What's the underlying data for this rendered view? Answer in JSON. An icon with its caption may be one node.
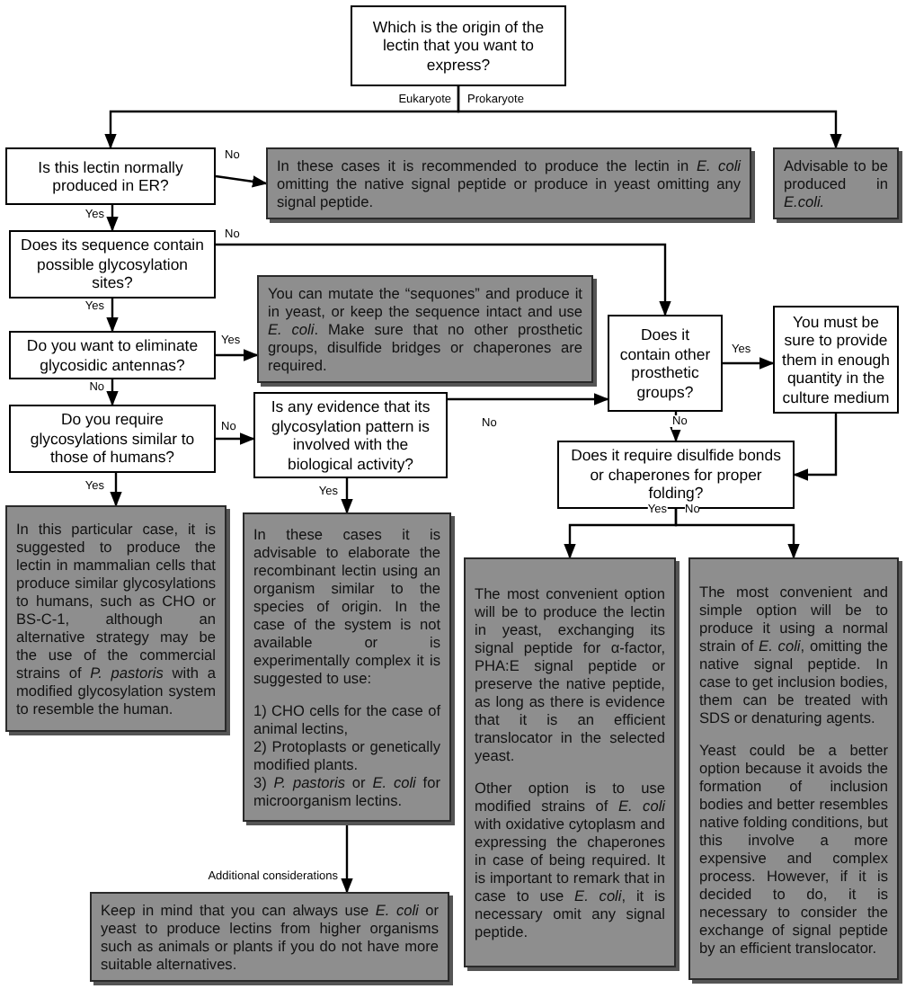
{
  "diagram": {
    "nodes": [
      {
        "text": [
          "Which is the origin of the lectin that you want to express?"
        ]
      },
      {
        "text": [
          "Is this lectin normally produced in ER?"
        ]
      },
      {
        "text": [
          "In these cases it is recommended to produce the lectin in *E. coli* omitting the native signal peptide or produce in yeast omitting any signal peptide."
        ]
      },
      {
        "text": [
          "Advisable to be produced in *E.coli.*"
        ]
      },
      {
        "text": [
          "Does its sequence contain possible glycosylation sites?"
        ]
      },
      {
        "text": [
          "You can mutate the “sequones” and produce it in yeast, or keep the sequence intact and use *E. coli*. Make sure that no other prosthetic groups, disulfide bridges or chaperones are required."
        ]
      },
      {
        "text": [
          "Do you want to eliminate glycosidic antennas?"
        ]
      },
      {
        "text": [
          "Do you require glycosylations similar to those of humans?"
        ]
      },
      {
        "text": [
          "Is any evidence that its glycosylation pattern is involved with the biological activity?"
        ]
      },
      {
        "text": [
          "Does it contain other prosthetic groups?"
        ]
      },
      {
        "text": [
          "You must be sure to provide them in enough quantity in the culture medium"
        ]
      },
      {
        "text": [
          "Does it require disulfide bonds or chaperones for proper folding?"
        ]
      },
      {
        "text": [
          "In this particular case, it is suggested to produce the lectin in mammalian cells that produce similar glycosylations to humans, such as CHO or BS-C-1, although an alternative strategy may be the use of the commercial strains of *P. pastoris* with a modified glycosylation system to resemble the human."
        ]
      },
      {
        "text": [
          "In these cases it is advisable to elaborate the recombinant lectin using an organism similar to the species of origin. In the case of the system is not available or is experimentally complex it is suggested to use:",
          "1) CHO cells for the case of animal lectins,",
          "2) Protoplasts or genetically modified plants.",
          "3) *P. pastoris* or *E. coli* for microorganism lectins."
        ]
      },
      {
        "text": [
          "The most convenient option will be to produce the lectin in yeast, exchanging its signal peptide for α-factor, PHA:E signal peptide or preserve the native peptide, as long as there is evidence that it is an efficient translocator in the selected yeast.",
          "Other option is to use modified strains of *E. coli* with oxidative cytoplasm and expressing the chaperones in case of being required. It is important to remark that in case to use *E. coli*, it is necessary omit any signal peptide."
        ]
      },
      {
        "text": [
          "The most convenient and simple option will be to produce it using a normal strain of *E. coli*, omitting the native signal peptide. In case to get inclusion bodies, them can be treated with SDS or denaturing agents.",
          "Yeast could be a better option because it avoids the formation of inclusion bodies and better resembles native folding conditions, but this involve a more expensive and complex process. However, if it is decided to do, it is necessary to consider the exchange of signal peptide by an efficient translocator."
        ]
      },
      {
        "text": [
          "Keep in mind that you can always use *E. coli* or yeast to produce lectins from higher organisms such as animals or plants if you do not have more suitable alternatives."
        ]
      }
    ],
    "edges": [
      {
        "from": 0,
        "to": 1,
        "arrow": "to",
        "label": "Eukaryote"
      },
      {
        "from": 0,
        "to": 3,
        "arrow": "to",
        "label": "Prokaryote"
      },
      {
        "from": 1,
        "to": 2,
        "arrow": "to",
        "label": "No"
      },
      {
        "from": 1,
        "to": 4,
        "arrow": "to",
        "label": "Yes"
      },
      {
        "from": 4,
        "to": 9,
        "arrow": "to",
        "label": "No"
      },
      {
        "from": 4,
        "to": 6,
        "arrow": "to",
        "label": "Yes"
      },
      {
        "from": 6,
        "to": 5,
        "arrow": "to",
        "label": "Yes"
      },
      {
        "from": 6,
        "to": 7,
        "arrow": "to",
        "label": "No"
      },
      {
        "from": 7,
        "to": 8,
        "arrow": "to",
        "label": "No"
      },
      {
        "from": 8,
        "to": 9,
        "arrow": "to",
        "label": "No"
      },
      {
        "from": 8,
        "to": 13,
        "arrow": "to",
        "label": "Yes"
      },
      {
        "from": 7,
        "to": 12,
        "arrow": "to",
        "label": "Yes"
      },
      {
        "from": 9,
        "to": 10,
        "arrow": "to",
        "label": "Yes"
      },
      {
        "from": 9,
        "to": 11,
        "arrow": "to",
        "label": "No"
      },
      {
        "from": 10,
        "to": 11,
        "arrow": "to"
      },
      {
        "from": 11,
        "to": 14,
        "arrow": "to",
        "label": "Yes"
      },
      {
        "from": 11,
        "to": 15,
        "arrow": "to",
        "label": "No"
      },
      {
        "from": 13,
        "to": 16,
        "arrow": "to",
        "label": "Additional considerations"
      }
    ]
  }
}
